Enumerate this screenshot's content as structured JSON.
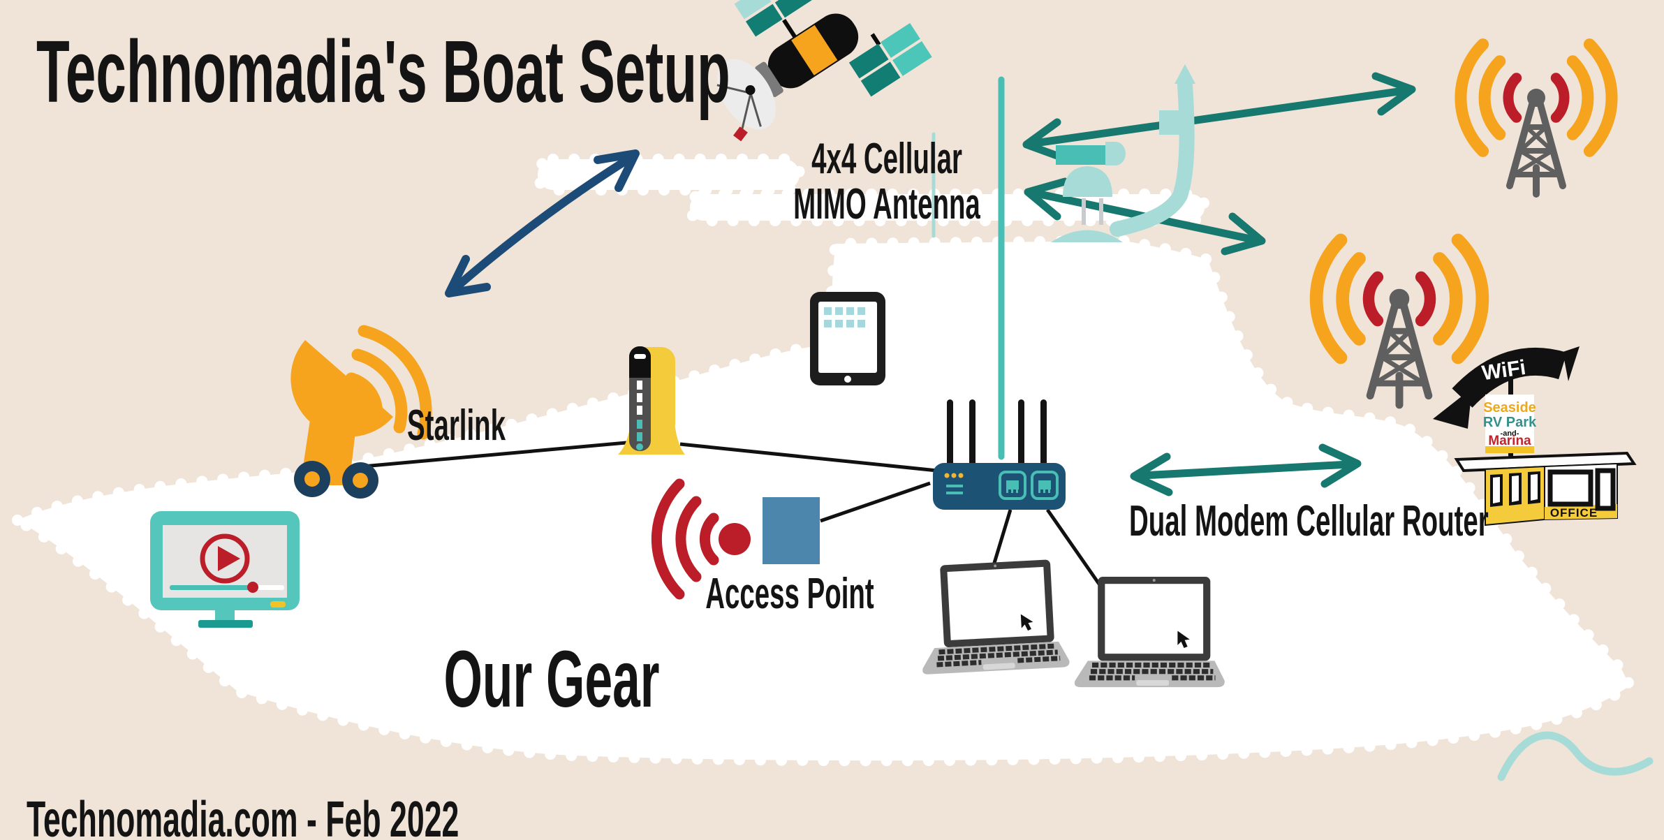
{
  "title": "Technomadia's Boat Setup",
  "credit": "Technomadia.com - Feb 2022",
  "labels": {
    "mimo_antenna_line1": "4x4 Cellular",
    "mimo_antenna_line2": "MIMO Antenna",
    "starlink": "Starlink",
    "dual_modem_router": "Dual Modem Cellular Router",
    "access_point": "Access Point",
    "our_gear": "Our Gear"
  },
  "rv_park_sign": {
    "banner": "WiFi",
    "line1": "Seaside",
    "line2": "RV Park",
    "line3": "-and-",
    "line4": "Marina",
    "office": "OFFICE"
  },
  "icons": {
    "satellite": "satellite-icon",
    "starlink_dish": "starlink-dish-icon",
    "wifi_router": "starlink-router-icon",
    "tablet": "tablet-icon",
    "dual_modem_router": "dual-modem-router-icon",
    "access_point": "wifi-access-point-icon",
    "smart_tv": "video-monitor-icon",
    "laptop_1": "laptop-icon",
    "laptop_2": "laptop-icon",
    "cell_tower_1": "cell-tower-icon",
    "cell_tower_2": "cell-tower-icon",
    "rv_park_office": "marina-office-icon",
    "boat": "boat-silhouette",
    "wave": "wave-squiggle"
  },
  "colors": {
    "background": "#f0e4d8",
    "boat": "#ffffff",
    "navy": "#1d4b77",
    "teal": "#16786e",
    "teal_light": "#a7dbd7",
    "teal_medium": "#49beb5",
    "orange": "#f6a41e",
    "red": "#bb1e28",
    "yellow": "#f4cb3a",
    "router_blue": "#1c5274",
    "steel_blue": "#4c86ad",
    "tv_teal": "#55c6bc",
    "laptop_gray": "#b9b9b9",
    "tower_gray": "#5f5f5f",
    "text": "#141414"
  }
}
